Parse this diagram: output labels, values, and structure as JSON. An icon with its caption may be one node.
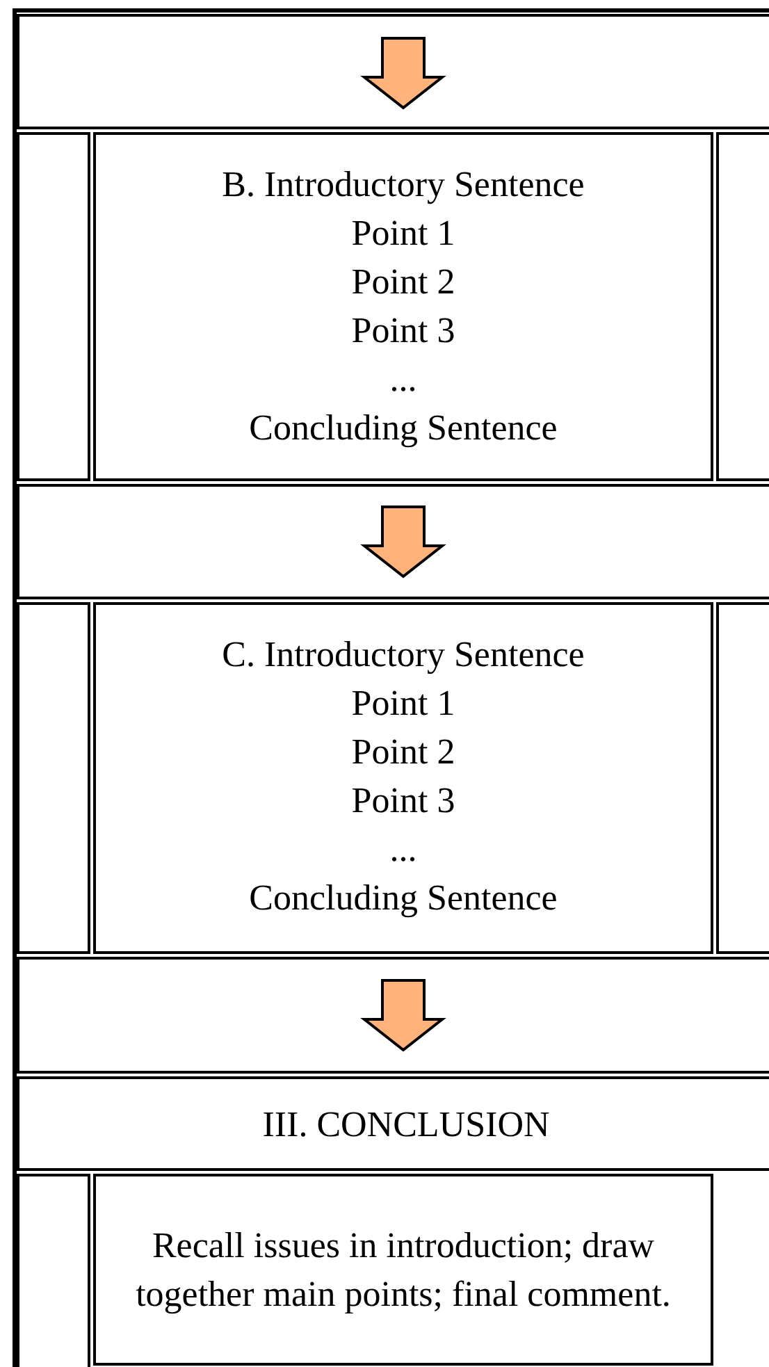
{
  "diagram": {
    "nodes": [
      {
        "text": [
          "B. Introductory Sentence",
          "Point 1",
          "Point 2",
          "Point 3",
          "...",
          "Concluding Sentence"
        ]
      },
      {
        "text": [
          "C. Introductory Sentence",
          "Point 1",
          "Point 2",
          "Point 3",
          "...",
          "Concluding Sentence"
        ]
      },
      {
        "text": [
          "III. CONCLUSION"
        ]
      },
      {
        "text": [
          "Recall issues in introduction; draw together main points; final comment."
        ]
      }
    ],
    "edges": [
      {
        "from": null,
        "to": 0,
        "arrow": "to"
      },
      {
        "from": 0,
        "to": 1,
        "arrow": "to"
      },
      {
        "from": 1,
        "to": 2,
        "arrow": "to"
      }
    ]
  }
}
